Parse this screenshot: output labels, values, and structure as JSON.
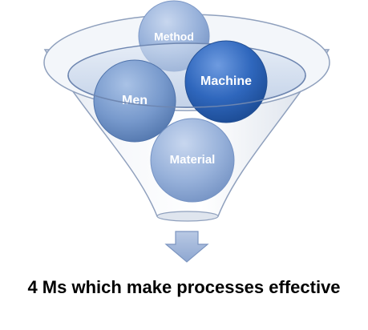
{
  "balls": {
    "method": "Method",
    "machine": "Machine",
    "men": "Men",
    "material": "Material"
  },
  "caption": "4 Ms which make processes effective",
  "colors": {
    "funnel_outline": "#7f93b3",
    "funnel_fill": "#eef1f6",
    "ball_dark": "#2e64b3",
    "ball_medium": "#5b86c4",
    "ball_light": "#8aa8d6",
    "arrow": "#9fb4d6"
  },
  "icons": {
    "down_arrow": "down-arrow-icon"
  }
}
